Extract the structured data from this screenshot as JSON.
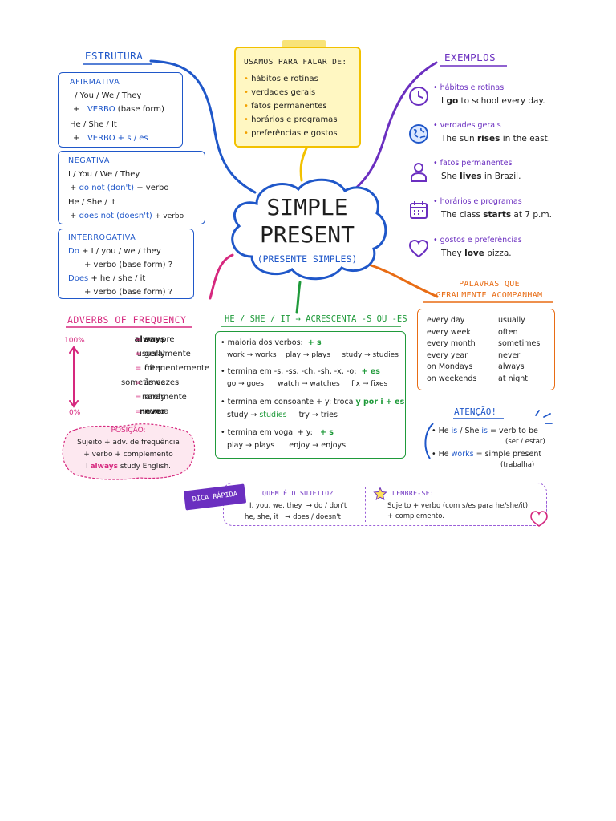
{
  "center": {
    "title_line1": "SIMPLE",
    "title_line2": "PRESENT",
    "subtitle": "(PRESENTE SIMPLES)"
  },
  "usage": {
    "title": "USAMOS PARA FALAR DE:",
    "items": [
      "hábitos e rotinas",
      "verdades gerais",
      "fatos permanentes",
      "horários e programas",
      "preferências e gostos"
    ]
  },
  "estrutura": {
    "title": "ESTRUTURA",
    "afirmativa": {
      "title": "AFIRMATIVA",
      "l1": "I / You / We / They",
      "l2_plus": "+",
      "l2_verb": "VERBO",
      "l2_rest": "(base form)",
      "l3": "He / She / It",
      "l4_plus": "+",
      "l4_verb": "VERBO + s / es"
    },
    "negativa": {
      "title": "NEGATIVA",
      "l1": "I / You / We / They",
      "l2_plus": "+",
      "l2_aux": "do not (don't)",
      "l2_rest": "+ verbo",
      "l3": "He / She / It",
      "l4_plus": "+",
      "l4_aux": "does not (doesn't)",
      "l4_rest": "+ verbo"
    },
    "interrogativa": {
      "title": "INTERROGATIVA",
      "l1_aux": "Do",
      "l1_rest": "+ I / you / we / they",
      "l2": "+ verbo (base form) ?",
      "l3_aux": "Does",
      "l3_rest": "+ he / she / it",
      "l4": "+ verbo (base form) ?"
    }
  },
  "exemplos": {
    "title": "EXEMPLOS",
    "items": [
      {
        "icon": "clock-icon",
        "category": "• hábitos e rotinas",
        "pre": "I ",
        "verb": "go",
        "post": " to school every day."
      },
      {
        "icon": "globe-icon",
        "category": "• verdades gerais",
        "pre": "The sun ",
        "verb": "rises",
        "post": " in the east."
      },
      {
        "icon": "person-icon",
        "category": "• fatos permanentes",
        "pre": "She ",
        "verb": "lives",
        "post": " in Brazil."
      },
      {
        "icon": "calendar-icon",
        "category": "• horários e programas",
        "pre": "The class ",
        "verb": "starts",
        "post": " at 7 p.m."
      },
      {
        "icon": "heart-icon",
        "category": "• gostos e preferências",
        "pre": "They ",
        "verb": "love",
        "post": " pizza."
      }
    ]
  },
  "adverbs": {
    "title": "ADVERBS OF FREQUENCY",
    "top_pct": "100%",
    "bottom_pct": "0%",
    "rows": [
      {
        "en": "always",
        "eq": "=",
        "pt": "sempre"
      },
      {
        "en": "usually",
        "eq": "=",
        "pt": "geralmente"
      },
      {
        "en": "often",
        "eq": "=",
        "pt": "frequentemente"
      },
      {
        "en": "sometimes",
        "eq": "=",
        "pt": "às vezes"
      },
      {
        "en": "rarely",
        "eq": "=",
        "pt": "raramente"
      },
      {
        "en": "never",
        "eq": "=",
        "pt": "nunca"
      }
    ],
    "position": {
      "title": "POSIÇÃO:",
      "l1": "Sujeito + adv. de frequência",
      "l2": "+ verbo + complemento",
      "l3_pre": "I ",
      "l3_adv": "always",
      "l3_post": " study English."
    }
  },
  "hesheit": {
    "title": "HE / SHE / IT → ACRESCENTA -S OU -ES",
    "r1_label": "• maioria dos verbos:",
    "r1_add": "+ s",
    "r1_ex": "work → works    play → plays     study → studies",
    "r2_label": "• termina em -s, -ss, -ch, -sh, -x, -o:",
    "r2_add": "+ es",
    "r2_ex": "go → goes      watch → watches     fix → fixes",
    "r3_label": "• termina em consoante + y: troca",
    "r3_add": "y por i + es",
    "r3_ex_a": "study →",
    "r3_ex_b": "studies",
    "r3_ex_c": "try → tries",
    "r4_label": "• termina em vogal + y:",
    "r4_add": "+ s",
    "r4_ex": "play → plays      enjoy → enjoys"
  },
  "palavras": {
    "title_l1": "PALAVRAS QUE",
    "title_l2": "GERALMENTE ACOMPANHAM",
    "col1": [
      "every day",
      "every week",
      "every month",
      "every year",
      "on Mondays",
      "on weekends"
    ],
    "col2": [
      "usually",
      "often",
      "sometimes",
      "never",
      "always",
      "at night"
    ]
  },
  "atencao": {
    "title": "ATENÇÃO!",
    "r1_pre": "• He ",
    "r1_is1": "is",
    "r1_mid": " / She ",
    "r1_is2": "is",
    "r1_post": " = verb to be",
    "r1_note": "(ser / estar)",
    "r2_pre": "• He ",
    "r2_verb": "works",
    "r2_post": " = simple present",
    "r2_note": "(trabalha)"
  },
  "dica": {
    "badge": "DICA RÁPIDA",
    "quem_title": "QUEM É O SUJEITO?",
    "quem_l1": "I, you, we, they  → do / don't",
    "quem_l2": "he, she, it   → does / doesn't",
    "lembre_title": "LEMBRE-SE:",
    "lembre_l1": "Sujeito + verbo (com s/es para he/she/it)",
    "lembre_l2": "+ complemento."
  }
}
